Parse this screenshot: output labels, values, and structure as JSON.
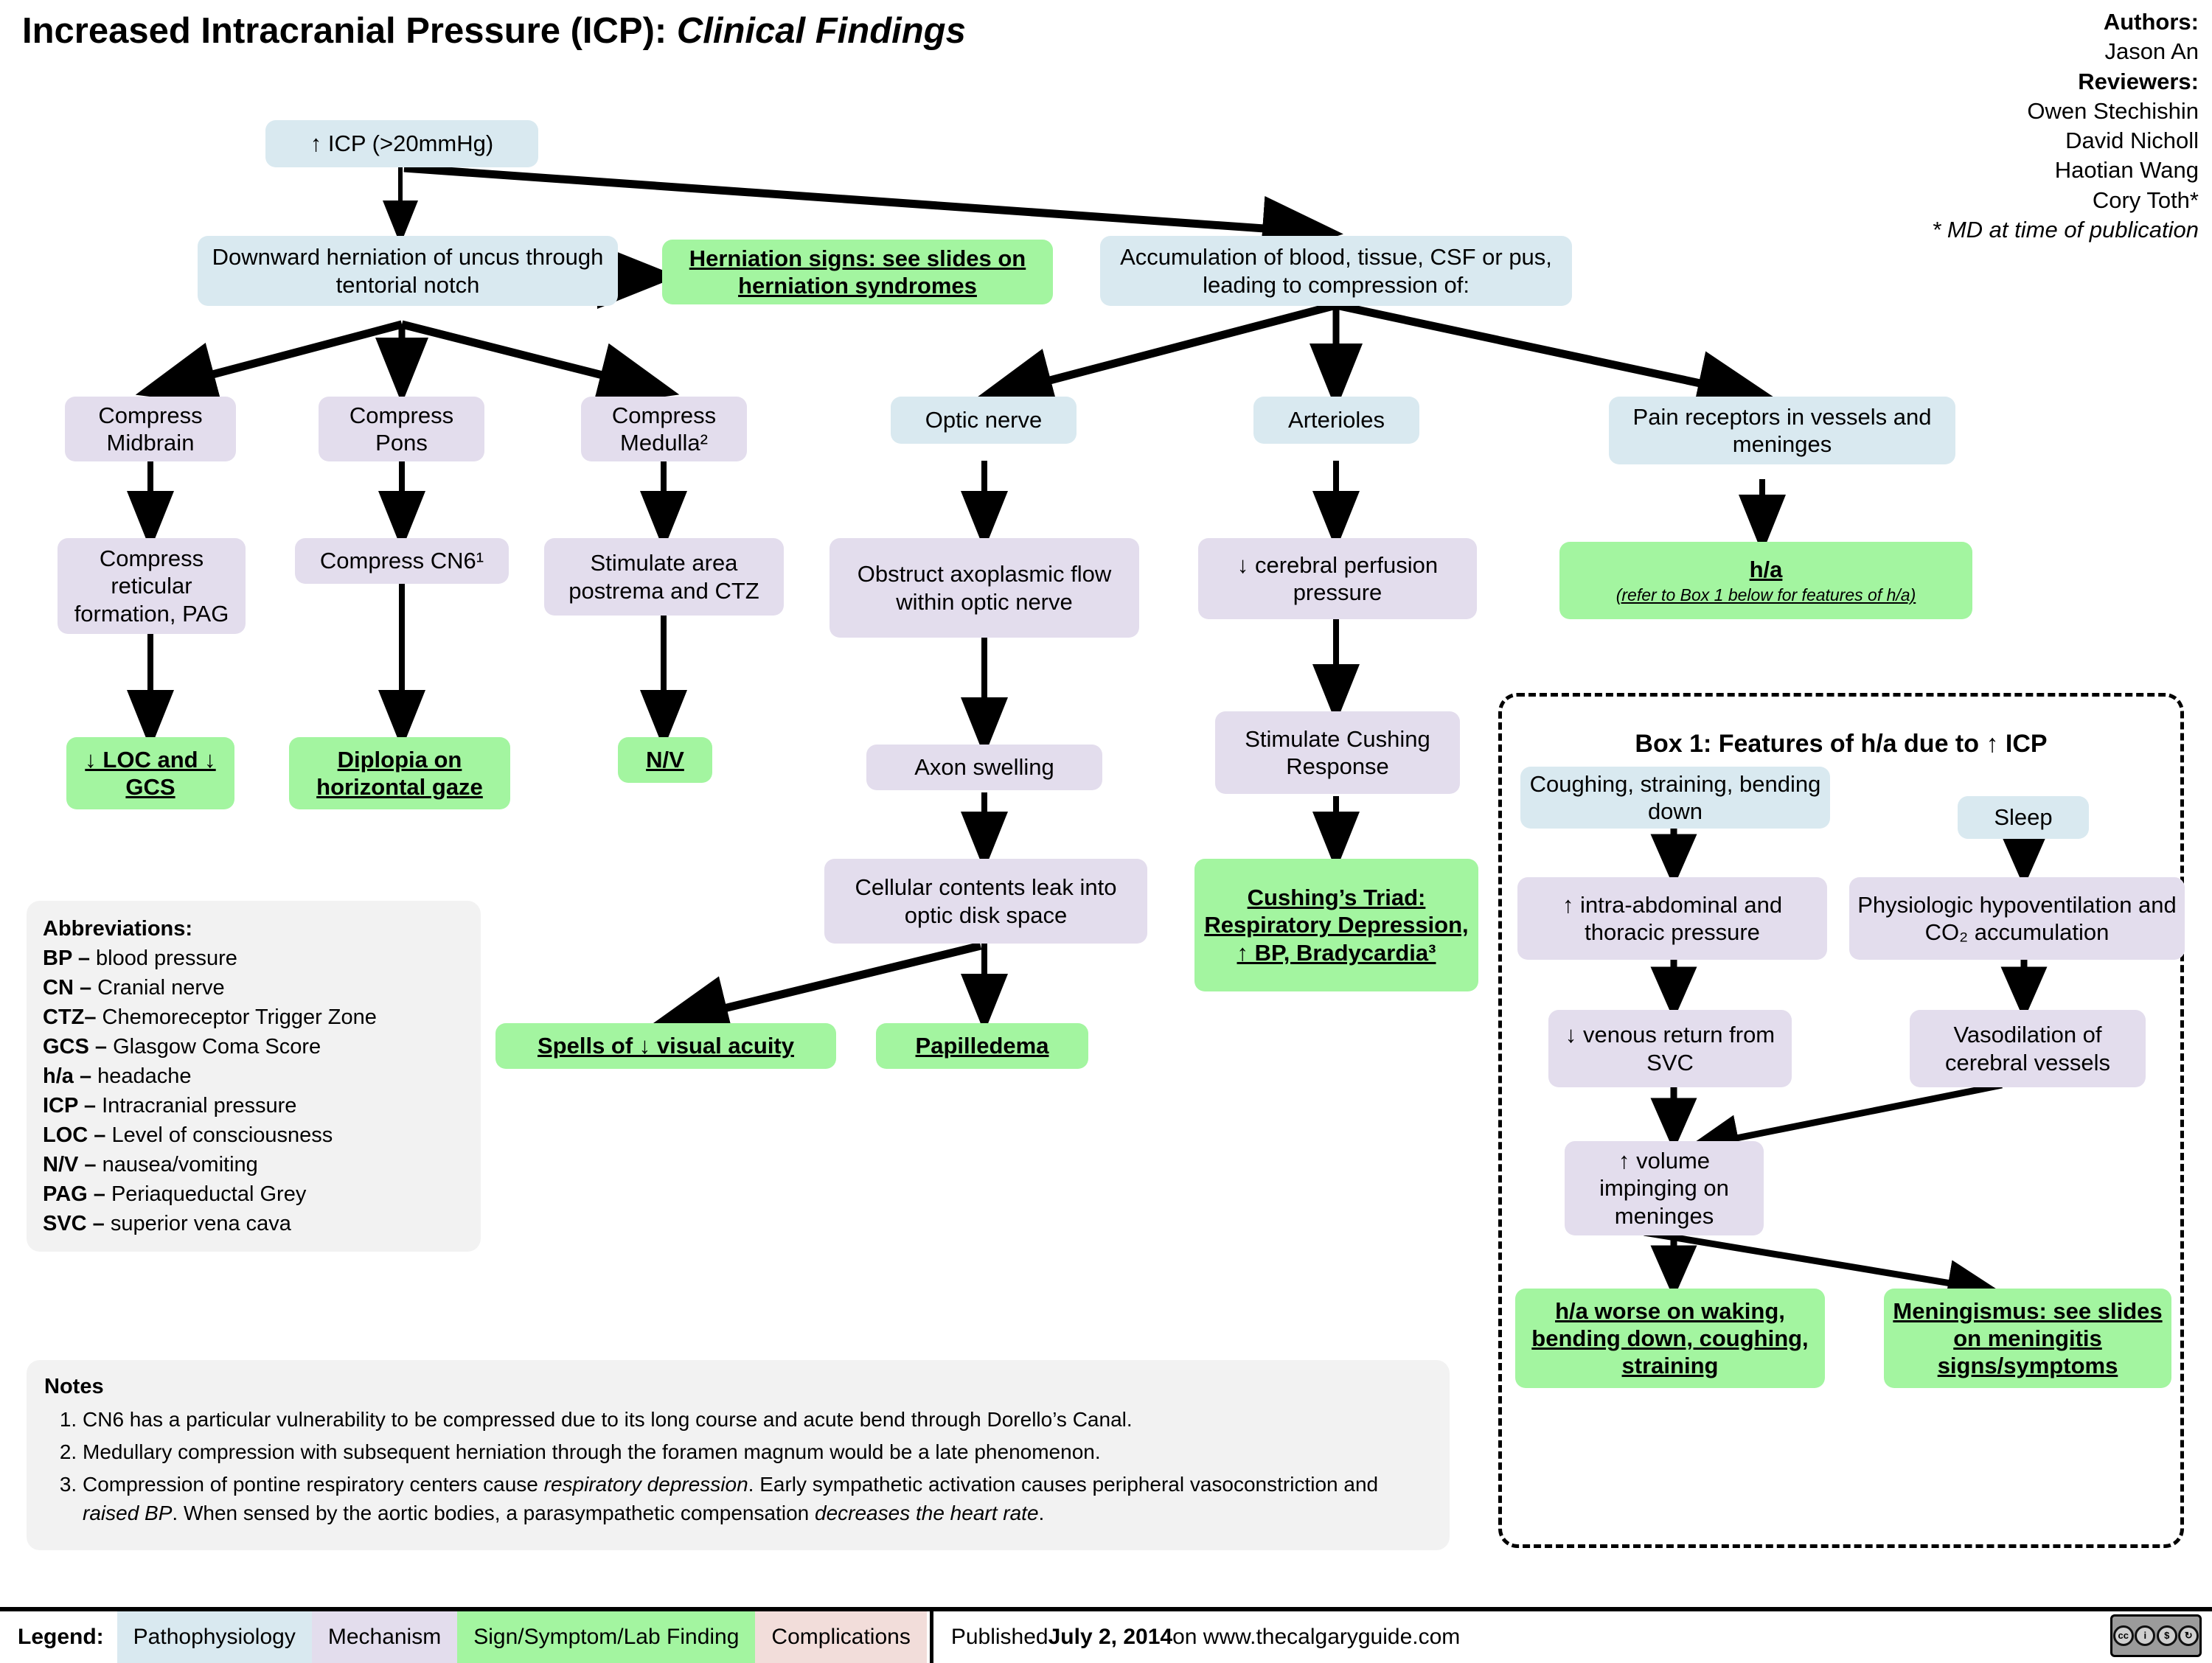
{
  "header": {
    "title_main": "Increased Intracranial Pressure (ICP):",
    "title_italic": "Clinical Findings",
    "authors_label": "Authors:",
    "authors": [
      "Jason An"
    ],
    "reviewers_label": "Reviewers:",
    "reviewers": [
      "Owen Stechishin",
      "David Nicholl",
      "Haotian Wang",
      "Cory Toth*"
    ],
    "footnote": "* MD at time of publication"
  },
  "nodes": {
    "icp": "↑ ICP (>20mmHg)",
    "downward_herniation": "Downward herniation of uncus through tentorial notch",
    "herniation_signs": "Herniation signs: see slides on herniation syndromes",
    "accumulation": "Accumulation of blood, tissue, CSF or pus, leading to compression of:",
    "compress_midbrain": "Compress Midbrain",
    "compress_pons": "Compress Pons",
    "compress_medulla": "Compress Medulla²",
    "optic_nerve": "Optic nerve",
    "arterioles": "Arterioles",
    "pain_receptors": "Pain receptors in vessels and meninges",
    "compress_reticular": "Compress reticular formation, PAG",
    "compress_cn6": "Compress CN6¹",
    "stimulate_area_postrema": "Stimulate area postrema and  CTZ",
    "obstruct_axoplasmic": "Obstruct axoplasmic flow within optic nerve",
    "cerebral_perfusion": "↓ cerebral perfusion pressure",
    "ha": "h/a",
    "ha_sub": "(refer to Box 1 below for features of h/a)",
    "loc_gcs": "↓ LOC and ↓ GCS",
    "diplopia": "Diplopia on horizontal gaze",
    "nv": "N/V",
    "axon_swelling": "Axon swelling",
    "stimulate_cushing": "Stimulate Cushing Response",
    "cellular_contents": "Cellular contents leak into optic disk space",
    "cushings_triad": "Cushing’s Triad: Respiratory Depression, ↑ BP, Bradycardia³",
    "spells_visual": "Spells of ↓ visual acuity",
    "papilledema": "Papilledema"
  },
  "box1": {
    "title": "Box 1: Features of h/a due to ↑ ICP",
    "coughing": "Coughing, straining, bending down",
    "sleep": "Sleep",
    "intra_abdominal": "↑ intra-abdominal and thoracic pressure",
    "hypoventilation": "Physiologic hypoventilation and CO₂ accumulation",
    "venous_return": "↓ venous return from SVC",
    "vasodilation": "Vasodilation of cerebral vessels",
    "volume_impinging": "↑ volume impinging on meninges",
    "ha_worse": "h/a worse on waking, bending down, coughing, straining",
    "meningismus": "Meningismus: see slides on meningitis signs/symptoms"
  },
  "abbreviations": {
    "heading": "Abbreviations:",
    "items": [
      {
        "abbr": "BP –",
        "def": " blood pressure"
      },
      {
        "abbr": "CN –",
        "def": " Cranial nerve"
      },
      {
        "abbr": "CTZ–",
        "def": " Chemoreceptor Trigger Zone"
      },
      {
        "abbr": "GCS –",
        "def": " Glasgow Coma Score"
      },
      {
        "abbr": "h/a –",
        "def": " headache"
      },
      {
        "abbr": "ICP –",
        "def": " Intracranial pressure"
      },
      {
        "abbr": "LOC –",
        "def": " Level of consciousness"
      },
      {
        "abbr": "N/V –",
        "def": " nausea/vomiting"
      },
      {
        "abbr": "PAG –",
        "def": " Periaqueductal Grey"
      },
      {
        "abbr": "SVC –",
        "def": " superior vena cava"
      }
    ]
  },
  "notes": {
    "heading": "Notes",
    "item1": "CN6 has a particular vulnerability to be compressed due to its long course and acute bend through Dorello’s Canal.",
    "item2": "Medullary compression with subsequent herniation through the foramen magnum would be a late phenomenon.",
    "item3_a": "Compression of pontine respiratory centers cause ",
    "item3_i1": "respiratory depression",
    "item3_b": ". Early sympathetic activation causes peripheral vasoconstriction and ",
    "item3_i2": "raised BP",
    "item3_c": ". When sensed by the aortic bodies, a parasympathetic compensation ",
    "item3_i3": "decreases the heart rate",
    "item3_d": "."
  },
  "legend": {
    "label": "Legend:",
    "items": [
      {
        "text": "Pathophysiology",
        "color": "#d9e9f0"
      },
      {
        "text": "Mechanism",
        "color": "#e3dded"
      },
      {
        "text": "Sign/Symptom/Lab Finding",
        "color": "#a3f5a0"
      },
      {
        "text": "Complications",
        "color": "#f2ddda"
      }
    ],
    "published_pre": "Published ",
    "published_date": "July 2, 2014",
    "published_post": " on www.thecalgaryguide.com",
    "license": "CC BY NC SA"
  },
  "colors": {
    "pathophysiology": "#d9e9f0",
    "mechanism": "#e3dded",
    "sign": "#a3f5a0",
    "complications": "#f2ddda",
    "panel": "#f2f2f2"
  }
}
